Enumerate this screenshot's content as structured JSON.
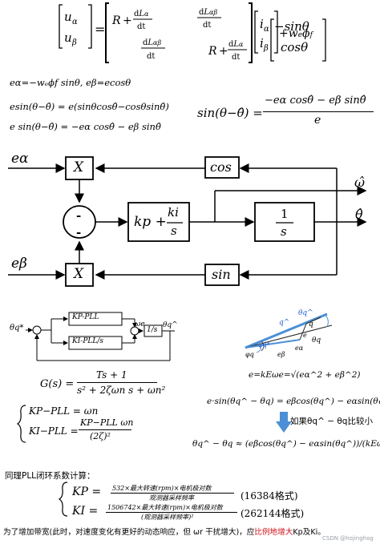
{
  "eq_top": {
    "lhs_top": "u",
    "lhs_top_sub": "α",
    "lhs_bot": "u",
    "lhs_bot_sub": "β",
    "m11": "R + dLα/dt",
    "m12": "dLαβ/dt",
    "m21": "dLαβ/dt",
    "m22": "R + dLα/dt",
    "vec_top": "iα",
    "vec_bot": "iβ",
    "plus_term": "+wₑϕf",
    "rhs_top": "−sinθ",
    "rhs_bot": "cosθ"
  },
  "eq_lines": {
    "l1": "eα=−wₑϕf sinθ,  eβ=ecosθ",
    "l2": "esin(θ−θ̂) = e(sinθcosθ̂−cosθsinθ̂)",
    "l3": "e sin(θ−θ̂) = −eα cosθ̂ − eβ sinθ̂",
    "big_lhs": "sin(θ−θ̂) =",
    "big_num": "−eα cosθ̂ − eβ sinθ̂",
    "big_den": "e"
  },
  "block": {
    "e_alpha": "eα",
    "e_beta": "eβ",
    "mult_top": "X",
    "mult_bot": "X",
    "cos": "cos",
    "sin": "sin",
    "sum_top": "-",
    "sum_bot": "-",
    "pi_kp": "kp +",
    "pi_ki": "ki",
    "pi_s": "s",
    "int_num": "1",
    "int_den": "s",
    "omega_out": "ω̂",
    "theta_out": "θ̂"
  },
  "pll_small": {
    "theta_in": "θq*",
    "kp": "KP-PLL",
    "ki": "KI-PLL/s",
    "omega": "ωe",
    "integ": "1/s",
    "theta_out": "θq^"
  },
  "vector": {
    "labels": [
      "θq^",
      "q^",
      "q",
      "θq",
      "φq*",
      "φq",
      "eα",
      "eβ",
      "e"
    ]
  },
  "gs": {
    "lhs": "G(s) =",
    "num": "Ts + 1",
    "den": "s² + 2ζωn s + ωn²"
  },
  "kparams": {
    "kp_lhs": "KP−PLL = ωn",
    "ki_lhs": "KI−PLL =",
    "ki_num": "KP−PLL ωn",
    "ki_den": "(2ζ)²"
  },
  "right_eqs": {
    "e_mag": "e=kEωe=√(eα^2 + eβ^2)",
    "line2": "e·sin(θq^ − θq) = eβcos(θq^) − eαsin(θq^)",
    "if_text": "如果θq^ − θq比较小",
    "line3": "θq^ − θq ≈ (eβcos(θq^) − eαsin(θq^))/(kEωe)"
  },
  "pll_calc": {
    "intro": "同理PLL闭环系数计算：",
    "kp_lhs": "KP =",
    "kp_num": "532×最大转速(rpm)×电机极对数",
    "kp_den": "观测器采样频率",
    "kp_note": "(16384格式)",
    "ki_lhs": "KI =",
    "ki_num": "1506742×最大转速(rpm)×电机极对数",
    "ki_den": "(观测器采样频率)²",
    "ki_note": "(262144格式)"
  },
  "footer": {
    "text_a": "为了增加带宽(此时，对速度变化有更好的动态响应，但 ωr 干扰增大)，应",
    "text_red": "比例地增大",
    "text_b": "Kp及Ki。",
    "watermark": "CSDN @hojinghog"
  },
  "colors": {
    "accent_blue": "#1f5fd1",
    "accent_red": "#d0121b",
    "arrow_blue": "#4c8fd6"
  }
}
